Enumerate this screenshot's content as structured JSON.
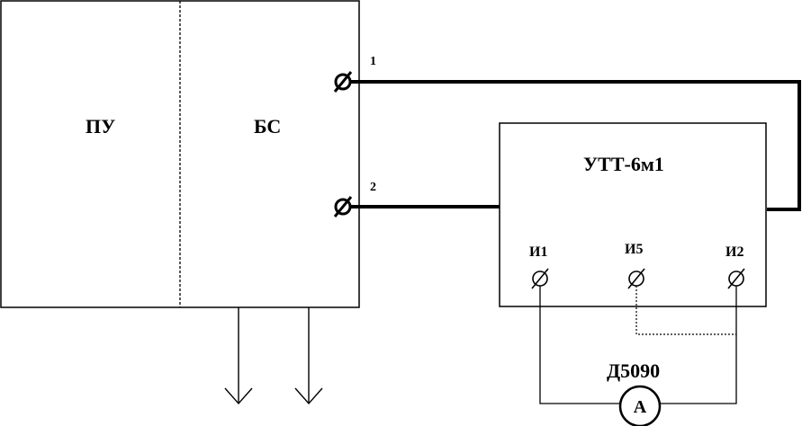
{
  "blocks": {
    "pu": {
      "label": "ПУ"
    },
    "bs": {
      "label": "БС"
    },
    "utt": {
      "label": "УТТ-6м1"
    }
  },
  "terminals": {
    "t1": {
      "label": "1"
    },
    "t2": {
      "label": "2"
    },
    "i1": {
      "label": "И1"
    },
    "i5": {
      "label": "И5"
    },
    "i2": {
      "label": "И2"
    }
  },
  "meter": {
    "name": "Д5090",
    "symbol": "А"
  },
  "colors": {
    "stroke": "#000000",
    "background": "#ffffff"
  }
}
